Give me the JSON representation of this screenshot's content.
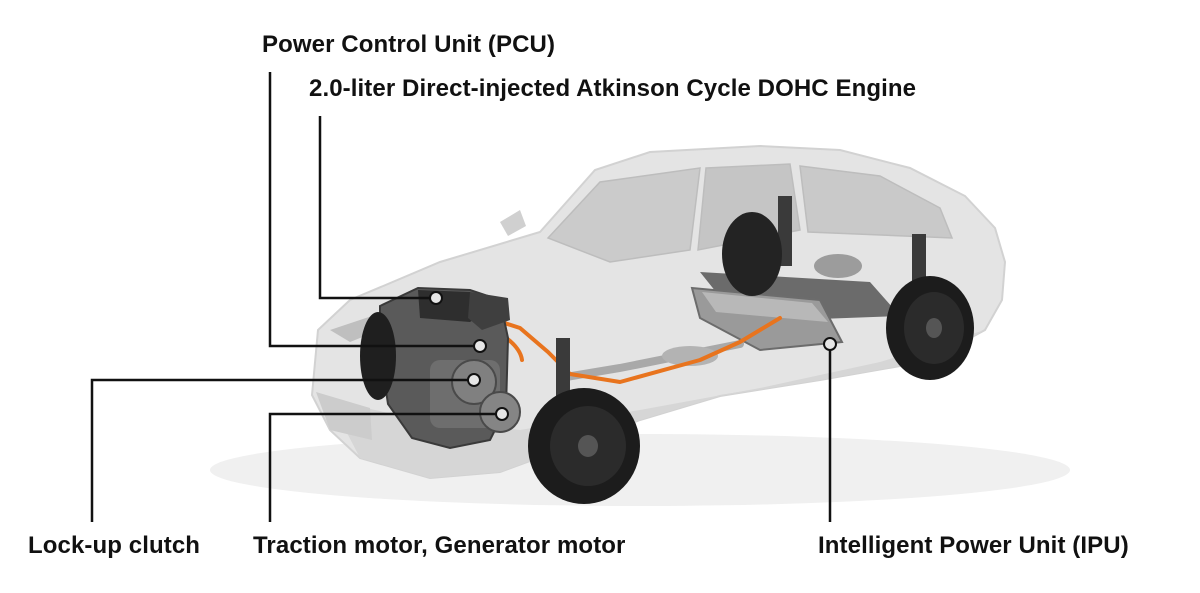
{
  "labels": {
    "pcu": "Power Control Unit (PCU)",
    "engine": "2.0-liter Direct-injected Atkinson Cycle DOHC Engine",
    "lockup_clutch": "Lock-up clutch",
    "motors": "Traction motor, Generator motor",
    "ipu": "Intelligent Power Unit (IPU)"
  },
  "colors": {
    "label_text": "#111111",
    "leader_line": "#111111",
    "car_body": "#e4e4e4",
    "car_shade": "#cfcfcf",
    "glass": "#c9c9c9",
    "tire": "#1c1c1c",
    "rim": "#2b2b2b",
    "powertrain": "#5a5a5a",
    "hv_cable": "#e8741e",
    "exhaust": "#a9a9a9"
  }
}
